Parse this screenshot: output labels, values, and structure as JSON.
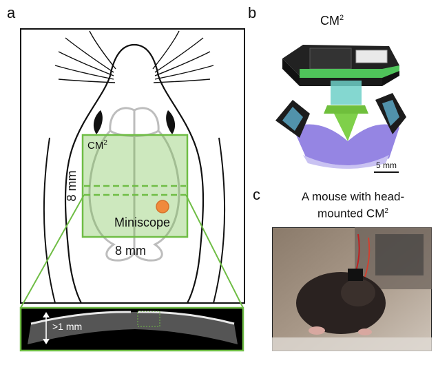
{
  "panels": {
    "a": {
      "letter": "a",
      "cm2_label": "CM",
      "cm2_sup": "2",
      "height_label": "8 mm",
      "width_label": "8 mm",
      "miniscope_label": "Miniscope",
      "depth_label": ">1 mm"
    },
    "b": {
      "letter": "b",
      "title": "CM",
      "title_sup": "2",
      "scale_label": "5 mm"
    },
    "c": {
      "letter": "c",
      "caption_line1": "A mouse with head-",
      "caption_line2": "mounted CM",
      "caption_sup": "2"
    }
  },
  "colors": {
    "fov_green": "#6fbd45",
    "fov_fill": "#d4ebc4",
    "miniscope_orange": "#f08a3c",
    "outline": "#111111",
    "brain_gray": "#bdbdbd"
  }
}
